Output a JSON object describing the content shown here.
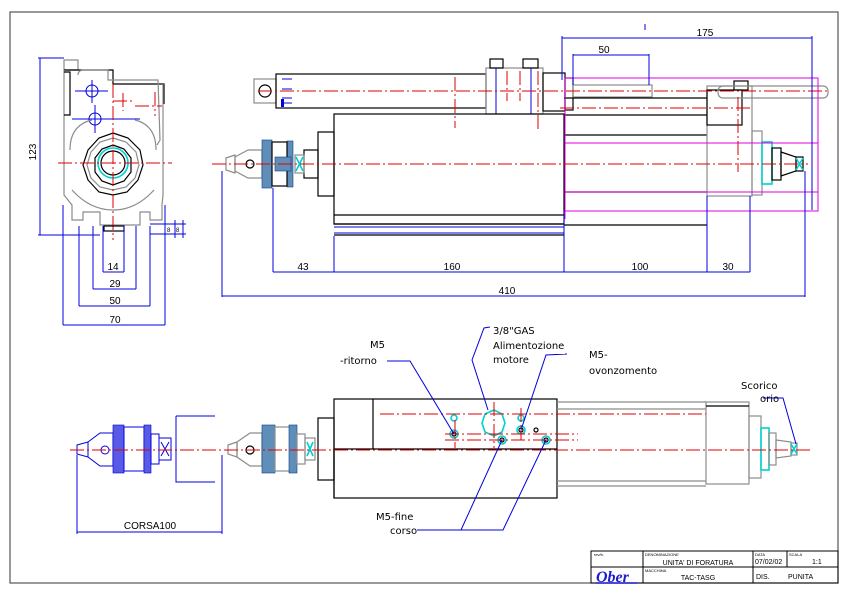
{
  "drawing": {
    "type": "technical-drawing",
    "subject": "drilling unit (unita' di foratura)",
    "side_view_dimensions": {
      "height": "123",
      "widths": [
        "14",
        "29",
        "50",
        "70"
      ],
      "small_offsets": [
        "8",
        "8"
      ]
    },
    "front_view_dimensions": {
      "total_length": "410",
      "segments": [
        "43",
        "160",
        "100",
        "30"
      ],
      "top_overall": "175",
      "top_stroke": "50"
    },
    "bottom_view": {
      "stroke_label": "CORSA100",
      "notes": [
        {
          "id": "ritorno",
          "lines": [
            "M5",
            "-ritorno"
          ]
        },
        {
          "id": "alimentazione",
          "lines": [
            "3/8\"GAS",
            "Alimentozione",
            "motore"
          ]
        },
        {
          "id": "avanzamento",
          "lines": [
            "M5-",
            "ovonzomento"
          ]
        },
        {
          "id": "fine-corsa",
          "lines": [
            "M5-fine",
            "corso"
          ]
        },
        {
          "id": "scarico",
          "lines": [
            "Scorico",
            "orio"
          ]
        }
      ]
    },
    "colors": {
      "outline": "#000000",
      "dimension": "#0000e0",
      "centerline": "#e00000",
      "phantom": "#e000e0",
      "highlight": "#00d0d0",
      "knurl": "#5f8fb8"
    }
  },
  "title_block": {
    "rev_label": "rev/b.",
    "designation_label": "DENOMINAZIONE",
    "designation": "UNITA' DI FORATURA",
    "machine_label": "MACCHINA",
    "machine": "TAC-TASG",
    "date_label": "DATA",
    "date": "07/02/02",
    "scale_label": "SCALA",
    "scale": "1:1",
    "dis_label": "DIS.",
    "part": "PUNITA",
    "logo": "Ober"
  }
}
